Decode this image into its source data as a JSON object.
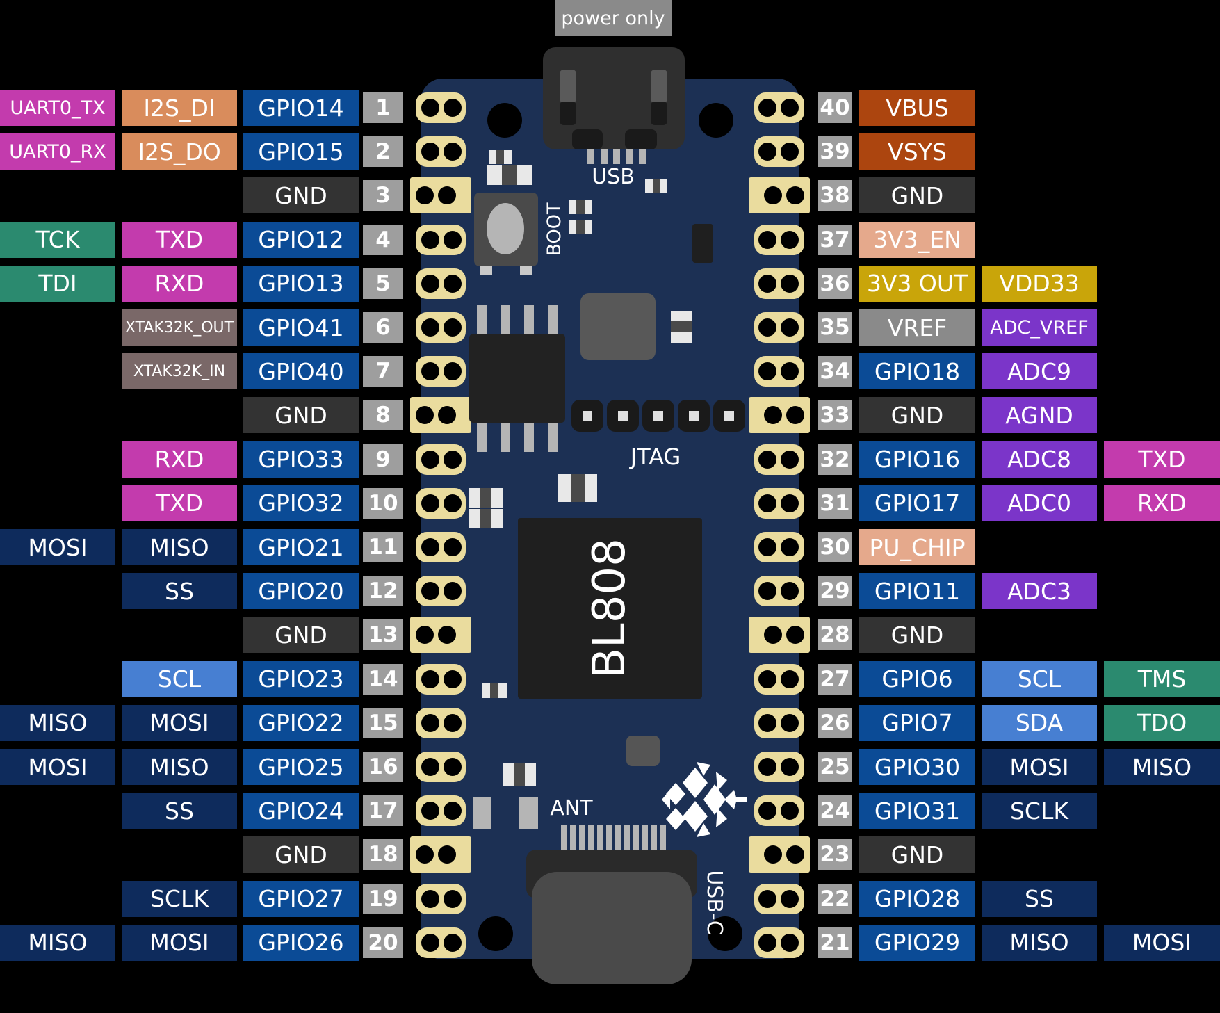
{
  "title": "BL808 board pinout diagram",
  "colors": {
    "gpio": "#0B4B96",
    "gnd": "#333333",
    "magenta": "#C33BAD",
    "orange": "#D98C5C",
    "teal": "#2B8A6F",
    "navy": "#0E2B5C",
    "lightblue": "#477FD2",
    "mauve": "#7A6868",
    "rust": "#AC450F",
    "salmon": "#E5A98C",
    "yellow": "#C9A50A",
    "gray": "#8A8A8A",
    "purple": "#7B35C9",
    "badge": "#9E9E9E",
    "board": "#1C3054",
    "pad": "#EADC9E"
  },
  "board": {
    "chip_label": "BL808",
    "labels": {
      "power_only": "power only",
      "usb": "USB",
      "boot": "BOOT",
      "jtag": "JTAG",
      "ant": "ANT",
      "usb_c": "USB-C"
    }
  },
  "pins": {
    "left": [
      {
        "num": "1",
        "gpio": {
          "label": "GPIO14",
          "color": "gpio"
        },
        "fn1": {
          "label": "I2S_DI",
          "color": "orange"
        },
        "fn2": {
          "label": "UART0_TX",
          "color": "magenta"
        }
      },
      {
        "num": "2",
        "gpio": {
          "label": "GPIO15",
          "color": "gpio"
        },
        "fn1": {
          "label": "I2S_DO",
          "color": "orange"
        },
        "fn2": {
          "label": "UART0_RX",
          "color": "magenta"
        }
      },
      {
        "num": "3",
        "gpio": {
          "label": "GND",
          "color": "gnd"
        }
      },
      {
        "num": "4",
        "gpio": {
          "label": "GPIO12",
          "color": "gpio"
        },
        "fn1": {
          "label": "TXD",
          "color": "magenta"
        },
        "fn2": {
          "label": "TCK",
          "color": "teal"
        }
      },
      {
        "num": "5",
        "gpio": {
          "label": "GPIO13",
          "color": "gpio"
        },
        "fn1": {
          "label": "RXD",
          "color": "magenta"
        },
        "fn2": {
          "label": "TDI",
          "color": "teal"
        }
      },
      {
        "num": "6",
        "gpio": {
          "label": "GPIO41",
          "color": "gpio"
        },
        "fn1": {
          "label": "XTAK32K_OUT",
          "color": "mauve"
        }
      },
      {
        "num": "7",
        "gpio": {
          "label": "GPIO40",
          "color": "gpio"
        },
        "fn1": {
          "label": "XTAK32K_IN",
          "color": "mauve"
        }
      },
      {
        "num": "8",
        "gpio": {
          "label": "GND",
          "color": "gnd"
        }
      },
      {
        "num": "9",
        "gpio": {
          "label": "GPIO33",
          "color": "gpio"
        },
        "fn1": {
          "label": "RXD",
          "color": "magenta"
        }
      },
      {
        "num": "10",
        "gpio": {
          "label": "GPIO32",
          "color": "gpio"
        },
        "fn1": {
          "label": "TXD",
          "color": "magenta"
        }
      },
      {
        "num": "11",
        "gpio": {
          "label": "GPIO21",
          "color": "gpio"
        },
        "fn1": {
          "label": "MISO",
          "color": "navy"
        },
        "fn2": {
          "label": "MOSI",
          "color": "navy"
        }
      },
      {
        "num": "12",
        "gpio": {
          "label": "GPIO20",
          "color": "gpio"
        },
        "fn1": {
          "label": "SS",
          "color": "navy"
        }
      },
      {
        "num": "13",
        "gpio": {
          "label": "GND",
          "color": "gnd"
        }
      },
      {
        "num": "14",
        "gpio": {
          "label": "GPIO23",
          "color": "gpio"
        },
        "fn1": {
          "label": "SCL",
          "color": "lightblue"
        }
      },
      {
        "num": "15",
        "gpio": {
          "label": "GPIO22",
          "color": "gpio"
        },
        "fn1": {
          "label": "MOSI",
          "color": "navy"
        },
        "fn2": {
          "label": "MISO",
          "color": "navy"
        }
      },
      {
        "num": "16",
        "gpio": {
          "label": "GPIO25",
          "color": "gpio"
        },
        "fn1": {
          "label": "MISO",
          "color": "navy"
        },
        "fn2": {
          "label": "MOSI",
          "color": "navy"
        }
      },
      {
        "num": "17",
        "gpio": {
          "label": "GPIO24",
          "color": "gpio"
        },
        "fn1": {
          "label": "SS",
          "color": "navy"
        }
      },
      {
        "num": "18",
        "gpio": {
          "label": "GND",
          "color": "gnd"
        }
      },
      {
        "num": "19",
        "gpio": {
          "label": "GPIO27",
          "color": "gpio"
        },
        "fn1": {
          "label": "SCLK",
          "color": "navy"
        }
      },
      {
        "num": "20",
        "gpio": {
          "label": "GPIO26",
          "color": "gpio"
        },
        "fn1": {
          "label": "MOSI",
          "color": "navy"
        },
        "fn2": {
          "label": "MISO",
          "color": "navy"
        }
      }
    ],
    "right": [
      {
        "num": "40",
        "main": {
          "label": "VBUS",
          "color": "rust"
        }
      },
      {
        "num": "39",
        "main": {
          "label": "VSYS",
          "color": "rust"
        }
      },
      {
        "num": "38",
        "main": {
          "label": "GND",
          "color": "gnd"
        }
      },
      {
        "num": "37",
        "main": {
          "label": "3V3_EN",
          "color": "salmon"
        }
      },
      {
        "num": "36",
        "main": {
          "label": "3V3 OUT",
          "color": "yellow"
        },
        "fn1": {
          "label": "VDD33",
          "color": "yellow"
        }
      },
      {
        "num": "35",
        "main": {
          "label": "VREF",
          "color": "gray"
        },
        "fn1": {
          "label": "ADC_VREF",
          "color": "purple"
        }
      },
      {
        "num": "34",
        "main": {
          "label": "GPIO18",
          "color": "gpio"
        },
        "fn1": {
          "label": "ADC9",
          "color": "purple"
        }
      },
      {
        "num": "33",
        "main": {
          "label": "GND",
          "color": "gnd"
        },
        "fn1": {
          "label": "AGND",
          "color": "purple"
        }
      },
      {
        "num": "32",
        "main": {
          "label": "GPIO16",
          "color": "gpio"
        },
        "fn1": {
          "label": "ADC8",
          "color": "purple"
        },
        "fn2": {
          "label": "TXD",
          "color": "magenta"
        }
      },
      {
        "num": "31",
        "main": {
          "label": "GPIO17",
          "color": "gpio"
        },
        "fn1": {
          "label": "ADC0",
          "color": "purple"
        },
        "fn2": {
          "label": "RXD",
          "color": "magenta"
        }
      },
      {
        "num": "30",
        "main": {
          "label": "PU_CHIP",
          "color": "salmon"
        }
      },
      {
        "num": "29",
        "main": {
          "label": "GPIO11",
          "color": "gpio"
        },
        "fn1": {
          "label": "ADC3",
          "color": "purple"
        }
      },
      {
        "num": "28",
        "main": {
          "label": "GND",
          "color": "gnd"
        }
      },
      {
        "num": "27",
        "main": {
          "label": "GPIO6",
          "color": "gpio"
        },
        "fn1": {
          "label": "SCL",
          "color": "lightblue"
        },
        "fn2": {
          "label": "TMS",
          "color": "teal"
        }
      },
      {
        "num": "26",
        "main": {
          "label": "GPIO7",
          "color": "gpio"
        },
        "fn1": {
          "label": "SDA",
          "color": "lightblue"
        },
        "fn2": {
          "label": "TDO",
          "color": "teal"
        }
      },
      {
        "num": "25",
        "main": {
          "label": "GPIO30",
          "color": "gpio"
        },
        "fn1": {
          "label": "MOSI",
          "color": "navy"
        },
        "fn2": {
          "label": "MISO",
          "color": "navy"
        }
      },
      {
        "num": "24",
        "main": {
          "label": "GPIO31",
          "color": "gpio"
        },
        "fn1": {
          "label": "SCLK",
          "color": "navy"
        }
      },
      {
        "num": "23",
        "main": {
          "label": "GND",
          "color": "gnd"
        }
      },
      {
        "num": "22",
        "main": {
          "label": "GPIO28",
          "color": "gpio"
        },
        "fn1": {
          "label": "SS",
          "color": "navy"
        }
      },
      {
        "num": "21",
        "main": {
          "label": "GPIO29",
          "color": "gpio"
        },
        "fn1": {
          "label": "MISO",
          "color": "navy"
        },
        "fn2": {
          "label": "MOSI",
          "color": "navy"
        }
      }
    ]
  }
}
